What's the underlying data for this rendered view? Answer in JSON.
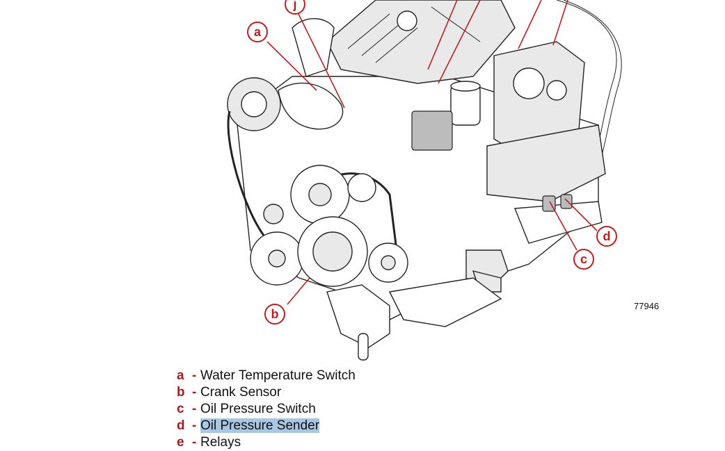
{
  "figure_number": "77946",
  "callouts": [
    {
      "letter": "a"
    },
    {
      "letter": "j"
    },
    {
      "letter": "b"
    },
    {
      "letter": "c"
    },
    {
      "letter": "d"
    }
  ],
  "legend": [
    {
      "key": "a",
      "separator": "-",
      "label": "Water Temperature Switch",
      "highlighted": false
    },
    {
      "key": "b",
      "separator": "-",
      "label": "Crank Sensor",
      "highlighted": false
    },
    {
      "key": "c",
      "separator": "-",
      "label": "Oil Pressure Switch",
      "highlighted": false
    },
    {
      "key": "d",
      "separator": "-",
      "label": "Oil Pressure Sender",
      "highlighted": true
    },
    {
      "key": "e",
      "separator": "-",
      "label": "Relays",
      "highlighted": false
    }
  ],
  "colors": {
    "callout": "#b22222",
    "highlight": "#a9c7e3"
  }
}
